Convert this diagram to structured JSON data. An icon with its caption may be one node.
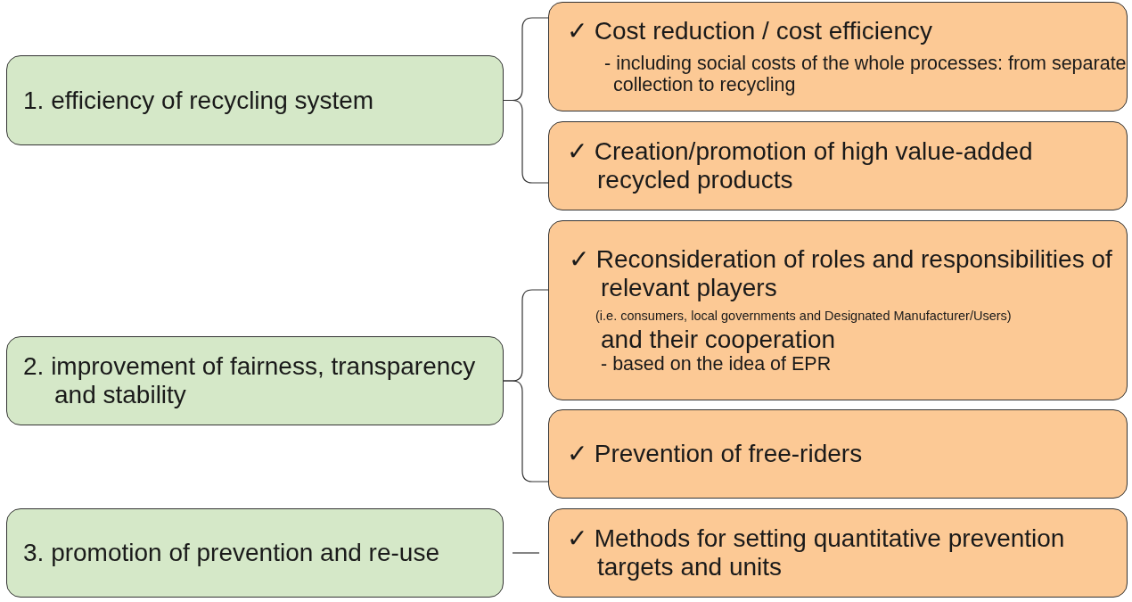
{
  "diagram": {
    "nodes": [
      {
        "text": [
          "1. efficiency of recycling system"
        ]
      },
      {
        "text": [
          "✓ Cost reduction / cost efficiency",
          "- including social costs of the whole processes: from separate collection to recycling"
        ]
      },
      {
        "text": [
          "✓ Creation/promotion of high value-added recycled products"
        ]
      },
      {
        "text": [
          "2. improvement of fairness, transparency and stability"
        ]
      },
      {
        "text": [
          "✓ Reconsideration of roles and responsibilities of relevant players",
          "(i.e. consumers, local governments and Designated Manufacturer/Users)",
          "and their cooperation",
          "- based on the idea of EPR"
        ]
      },
      {
        "text": [
          "✓ Prevention of free-riders"
        ]
      },
      {
        "text": [
          "3. promotion of prevention and re-use"
        ]
      },
      {
        "text": [
          "✓ Methods for setting quantitative prevention targets and units"
        ]
      }
    ],
    "edges": [
      {
        "from": 0,
        "to": 1,
        "arrow": "none"
      },
      {
        "from": 0,
        "to": 2,
        "arrow": "none"
      },
      {
        "from": 3,
        "to": 4,
        "arrow": "none"
      },
      {
        "from": 3,
        "to": 5,
        "arrow": "none"
      },
      {
        "from": 6,
        "to": 7,
        "arrow": "none"
      }
    ]
  }
}
